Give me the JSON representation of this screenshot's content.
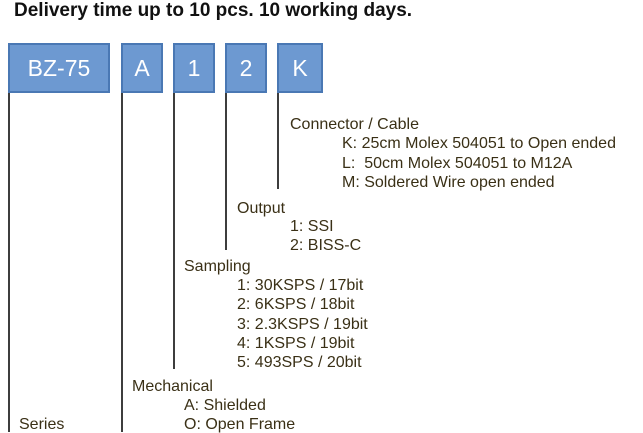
{
  "headline": "Delivery time up to 10 pcs. 10 working days.",
  "code_boxes": [
    "BZ-75",
    "A",
    "1",
    "2",
    "K"
  ],
  "series": {
    "title": "Series"
  },
  "mechanical": {
    "title": "Mechanical",
    "options": [
      "A: Shielded",
      "O: Open Frame"
    ]
  },
  "sampling": {
    "title": "Sampling",
    "options": [
      "1: 30KSPS / 17bit",
      "2: 6KSPS / 18bit",
      "3: 2.3KSPS / 19bit",
      "4: 1KSPS / 19bit",
      "5: 493SPS / 20bit"
    ]
  },
  "output": {
    "title": "Output",
    "options": [
      "1: SSI",
      "2: BISS-C"
    ]
  },
  "connector": {
    "title": "Connector / Cable",
    "options": [
      "K: 25cm Molex 504051 to Open ended",
      "L:  50cm Molex 504051 to M12A",
      "M: Soldered Wire open ended"
    ]
  },
  "colors": {
    "box_fill": "#6d99d1",
    "box_border": "#4a78b4",
    "line": "#3d3d3d",
    "label_text": "#3a3016"
  }
}
